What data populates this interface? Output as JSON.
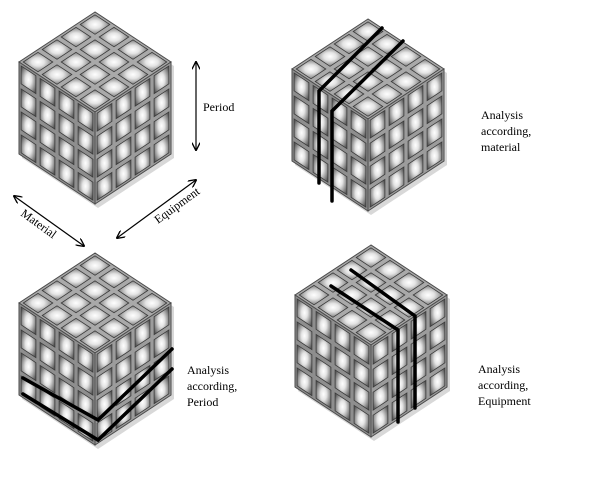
{
  "labels": {
    "period": "Period",
    "equipment": "Equipment",
    "material": "Material"
  },
  "panels": [
    {
      "id": "base",
      "caption": []
    },
    {
      "id": "material",
      "caption": [
        "Analysis",
        "according,",
        "material"
      ]
    },
    {
      "id": "period",
      "caption": [
        "Analysis",
        "according,",
        "Period"
      ]
    },
    {
      "id": "equipment",
      "caption": [
        "Analysis",
        "according,",
        "Equipment"
      ]
    }
  ],
  "colors": {
    "frame": "#9a9a9a",
    "cell_face": "#6a6a6a",
    "cell_glow": "#ffffff",
    "stroke": "#000000"
  }
}
